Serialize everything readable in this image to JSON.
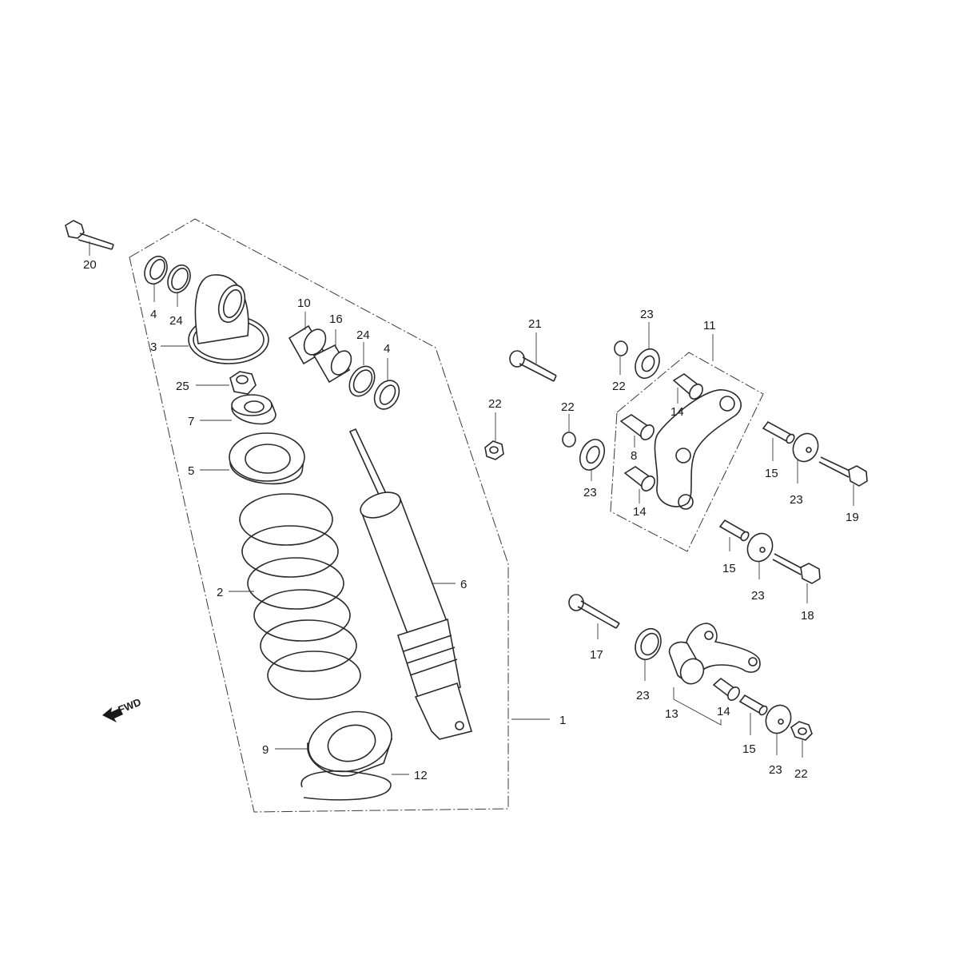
{
  "diagram": {
    "title": "",
    "direction_marker": {
      "text": "FWD",
      "icon": "arrow-left-icon"
    },
    "callouts": [
      {
        "id": "1",
        "part": "shock-absorber-assembly"
      },
      {
        "id": "2",
        "part": "spring"
      },
      {
        "id": "3",
        "part": "upper-joint"
      },
      {
        "id": "4",
        "part": "dust-seal"
      },
      {
        "id": "24",
        "part": "seal-ring"
      },
      {
        "id": "25",
        "part": "lock-nut"
      },
      {
        "id": "7",
        "part": "stopper-rubber"
      },
      {
        "id": "5",
        "part": "upper-spring-seat"
      },
      {
        "id": "6",
        "part": "damper-unit"
      },
      {
        "id": "9",
        "part": "lower-spring-seat"
      },
      {
        "id": "12",
        "part": "stopper-ring"
      },
      {
        "id": "10",
        "part": "bushing"
      },
      {
        "id": "16",
        "part": "collar"
      },
      {
        "id": "20",
        "part": "bolt"
      },
      {
        "id": "21",
        "part": "bolt"
      },
      {
        "id": "22",
        "part": "nut"
      },
      {
        "id": "23",
        "part": "dust-seal"
      },
      {
        "id": "11",
        "part": "shock-link-assembly"
      },
      {
        "id": "14",
        "part": "needle-bearing"
      },
      {
        "id": "8",
        "part": "bushing"
      },
      {
        "id": "15",
        "part": "collar"
      },
      {
        "id": "19",
        "part": "bolt"
      },
      {
        "id": "18",
        "part": "bolt"
      },
      {
        "id": "17",
        "part": "bolt"
      },
      {
        "id": "13",
        "part": "shock-arm-assembly"
      }
    ],
    "labels": {
      "l20": "20",
      "l4a": "4",
      "l24a": "24",
      "l3": "3",
      "l25": "25",
      "l7": "7",
      "l5": "5",
      "l2": "2",
      "l9": "9",
      "l12": "12",
      "l10": "10",
      "l16": "16",
      "l24b": "24",
      "l4b": "4",
      "l6": "6",
      "l1": "1",
      "l22a": "22",
      "l21": "21",
      "l23a": "23",
      "l22b": "22",
      "l11": "11",
      "l22c": "22",
      "l14a": "14",
      "l8": "8",
      "l23b": "23",
      "l14b": "14",
      "l15a": "15",
      "l23c": "23",
      "l19": "19",
      "l15b": "15",
      "l23d": "23",
      "l18": "18",
      "l17": "17",
      "l23e": "23",
      "l13": "13",
      "l14c": "14",
      "l15c": "15",
      "l23f": "23",
      "l22d": "22"
    }
  }
}
